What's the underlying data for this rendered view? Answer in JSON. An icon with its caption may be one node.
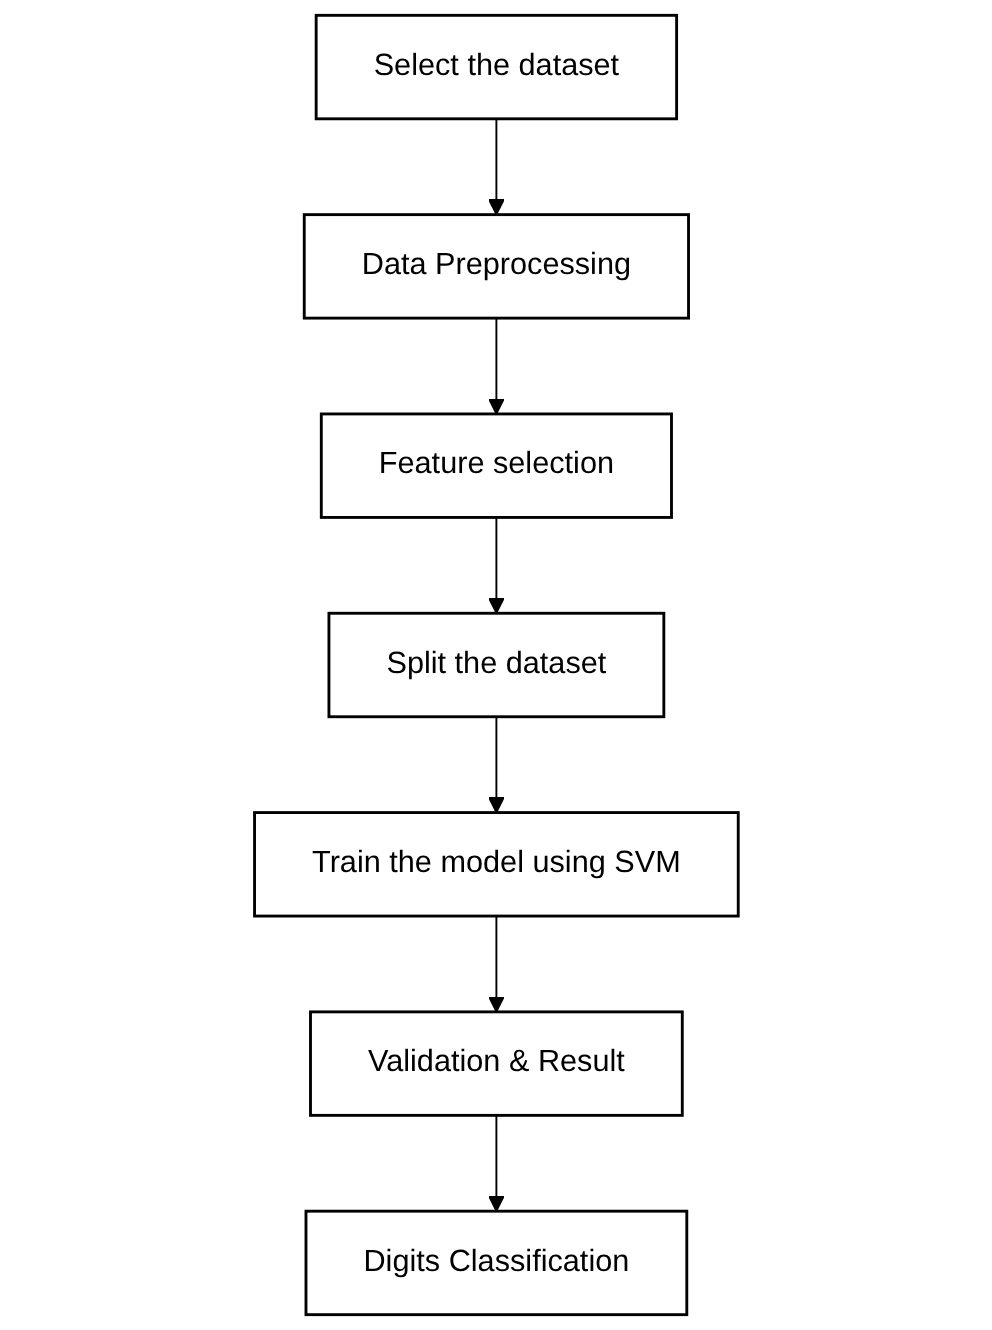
{
  "diagram": {
    "nodes": [
      {
        "text": [
          "Select the dataset"
        ]
      },
      {
        "text": [
          "Data Preprocessing"
        ]
      },
      {
        "text": [
          "Feature selection"
        ]
      },
      {
        "text": [
          "Split the dataset"
        ]
      },
      {
        "text": [
          "Train the model using SVM"
        ]
      },
      {
        "text": [
          "Validation & Result"
        ]
      },
      {
        "text": [
          "Digits Classification"
        ]
      }
    ],
    "edges": [
      {
        "from": 0,
        "to": 1,
        "arrow": "to"
      },
      {
        "from": 1,
        "to": 2,
        "arrow": "to"
      },
      {
        "from": 2,
        "to": 3,
        "arrow": "to"
      },
      {
        "from": 3,
        "to": 4,
        "arrow": "to"
      },
      {
        "from": 4,
        "to": 5,
        "arrow": "to"
      },
      {
        "from": 5,
        "to": 6,
        "arrow": "to"
      }
    ]
  }
}
